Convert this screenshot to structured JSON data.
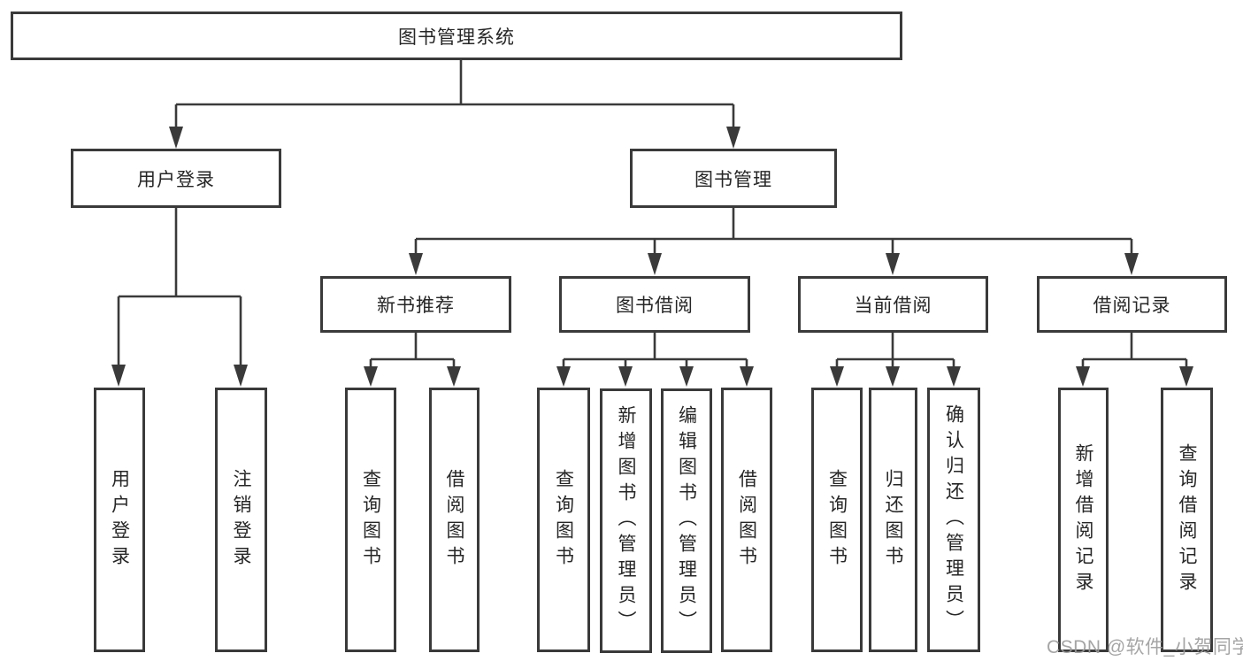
{
  "colors": {
    "line": "#3a3a3a",
    "text": "#262626",
    "bg": "#ffffff",
    "watermark": "#9c9c9c"
  },
  "tree": {
    "root": {
      "label": "图书管理系统",
      "children": [
        {
          "label": "用户登录",
          "children": [
            {
              "label": "用户登录"
            },
            {
              "label": "注销登录"
            }
          ]
        },
        {
          "label": "图书管理",
          "children": [
            {
              "label": "新书推荐",
              "children": [
                {
                  "label": "查询图书"
                },
                {
                  "label": "借阅图书"
                }
              ]
            },
            {
              "label": "图书借阅",
              "children": [
                {
                  "label": "查询图书"
                },
                {
                  "label": "新增图书（管理员）"
                },
                {
                  "label": "编辑图书（管理员）"
                },
                {
                  "label": "借阅图书"
                }
              ]
            },
            {
              "label": "当前借阅",
              "children": [
                {
                  "label": "查询图书"
                },
                {
                  "label": "归还图书"
                },
                {
                  "label": "确认归还（管理员）"
                }
              ]
            },
            {
              "label": "借阅记录",
              "children": [
                {
                  "label": "新增借阅记录"
                },
                {
                  "label": "查询借阅记录"
                }
              ]
            }
          ]
        }
      ]
    }
  },
  "watermark": {
    "text": "CSDN @软件_小贺同学"
  }
}
